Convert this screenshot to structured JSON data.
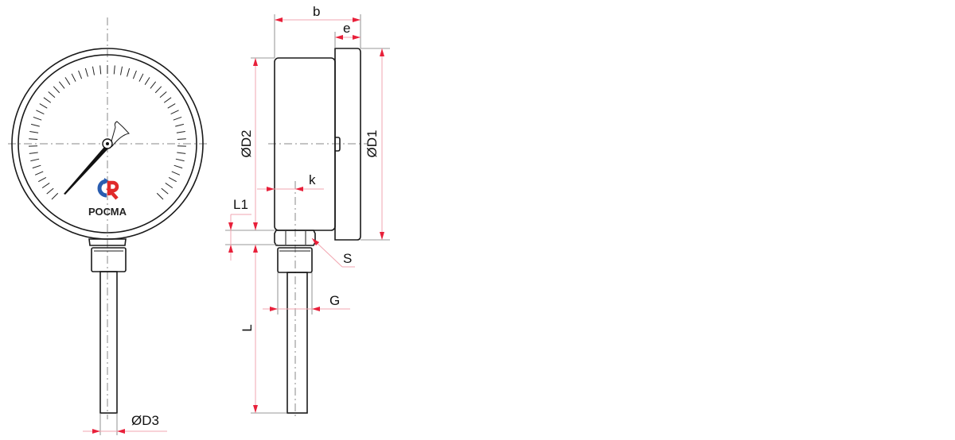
{
  "drawing": {
    "brand": "РОСМА",
    "dimensions": {
      "b": "b",
      "e": "e",
      "d1": "ØD1",
      "d2": "ØD2",
      "k": "k",
      "l1": "L1",
      "s": "S",
      "g": "G",
      "l": "L",
      "d3": "ØD3"
    },
    "colors": {
      "dimension": "#e8203a",
      "logo_blue": "#2a5db0",
      "logo_red": "#e02a2a"
    }
  }
}
